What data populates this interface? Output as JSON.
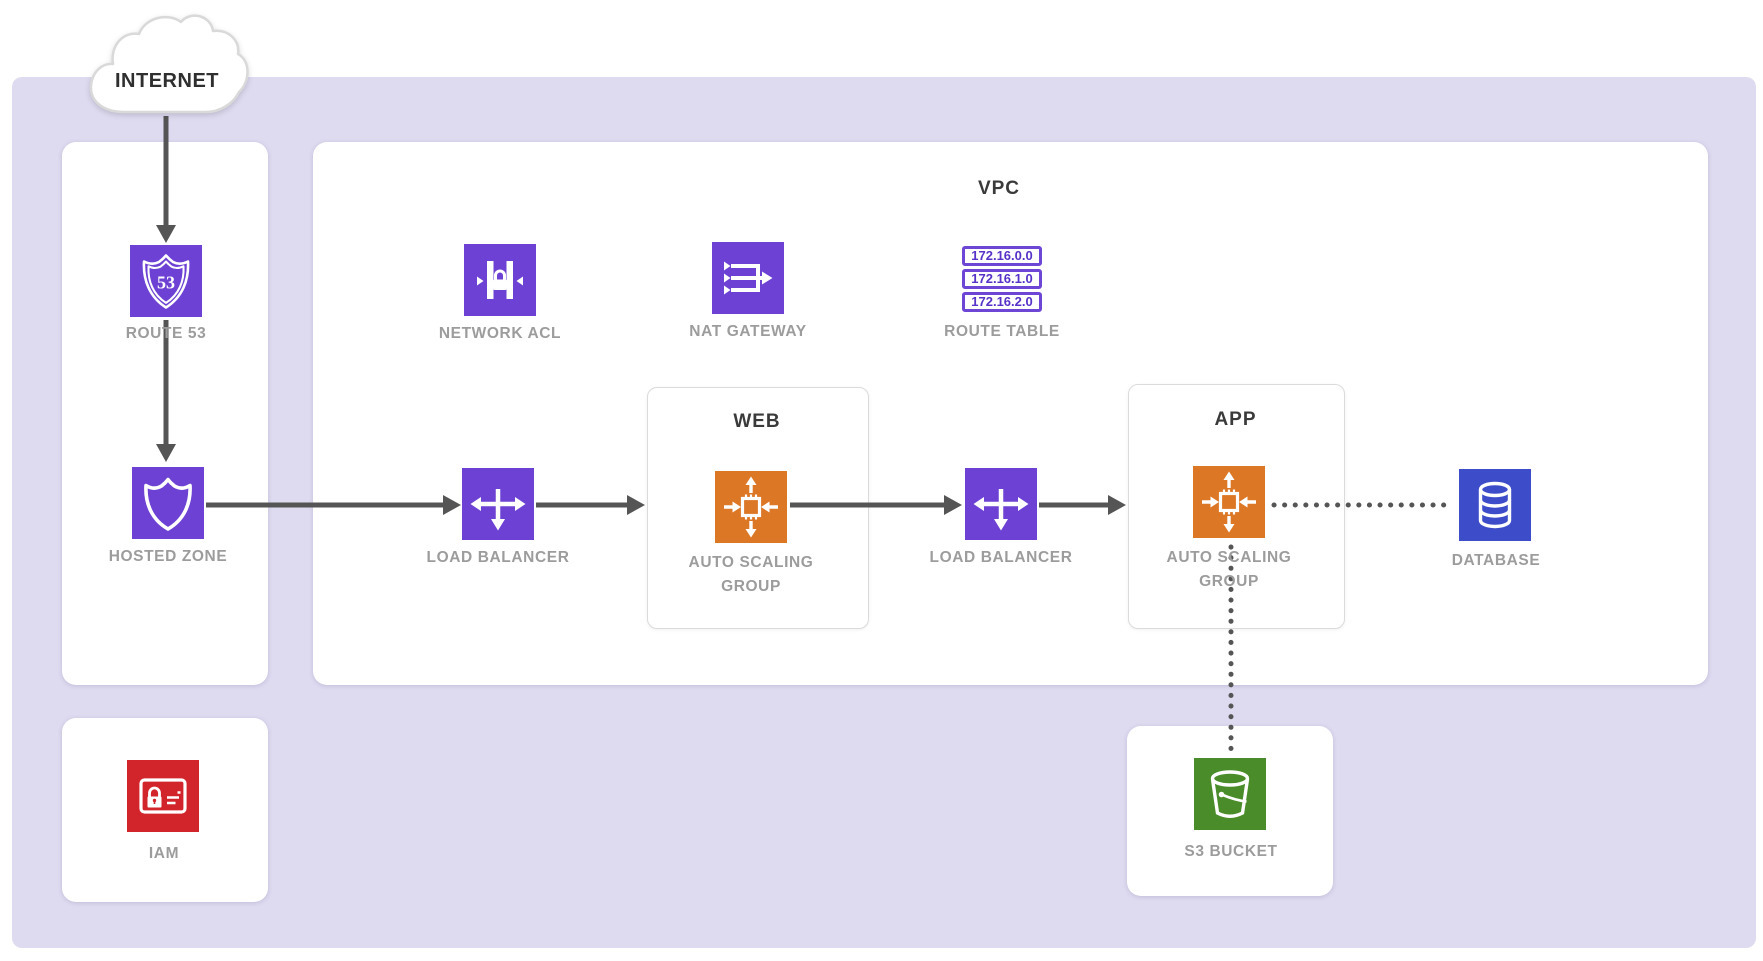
{
  "diagram": {
    "internet_label": "INTERNET",
    "vpc_label": "VPC",
    "subnets": {
      "web": "WEB",
      "app": "APP"
    },
    "nodes": {
      "route53": "ROUTE 53",
      "hosted_zone": "HOSTED ZONE",
      "iam": "IAM",
      "network_acl": "NETWORK ACL",
      "nat_gateway": "NAT GATEWAY",
      "route_table": "ROUTE TABLE",
      "load_balancer_web": "LOAD BALANCER",
      "load_balancer_app": "LOAD BALANCER",
      "asg_web": "AUTO SCALING GROUP",
      "asg_app": "AUTO SCALING GROUP",
      "database": "DATABASE",
      "s3_bucket": "S3 BUCKET"
    },
    "route_table_entries": [
      "172.16.0.0",
      "172.16.1.0",
      "172.16.2.0"
    ],
    "colors": {
      "purple": "#6c41d3",
      "orange": "#dc7726",
      "blue": "#3d4cc9",
      "green": "#4a8c2a",
      "red": "#d2242b",
      "lavender": "#dedaf0",
      "arrow": "#555555",
      "label_gray": "#9c9c9c",
      "title_dark": "#3a3a3a"
    }
  }
}
